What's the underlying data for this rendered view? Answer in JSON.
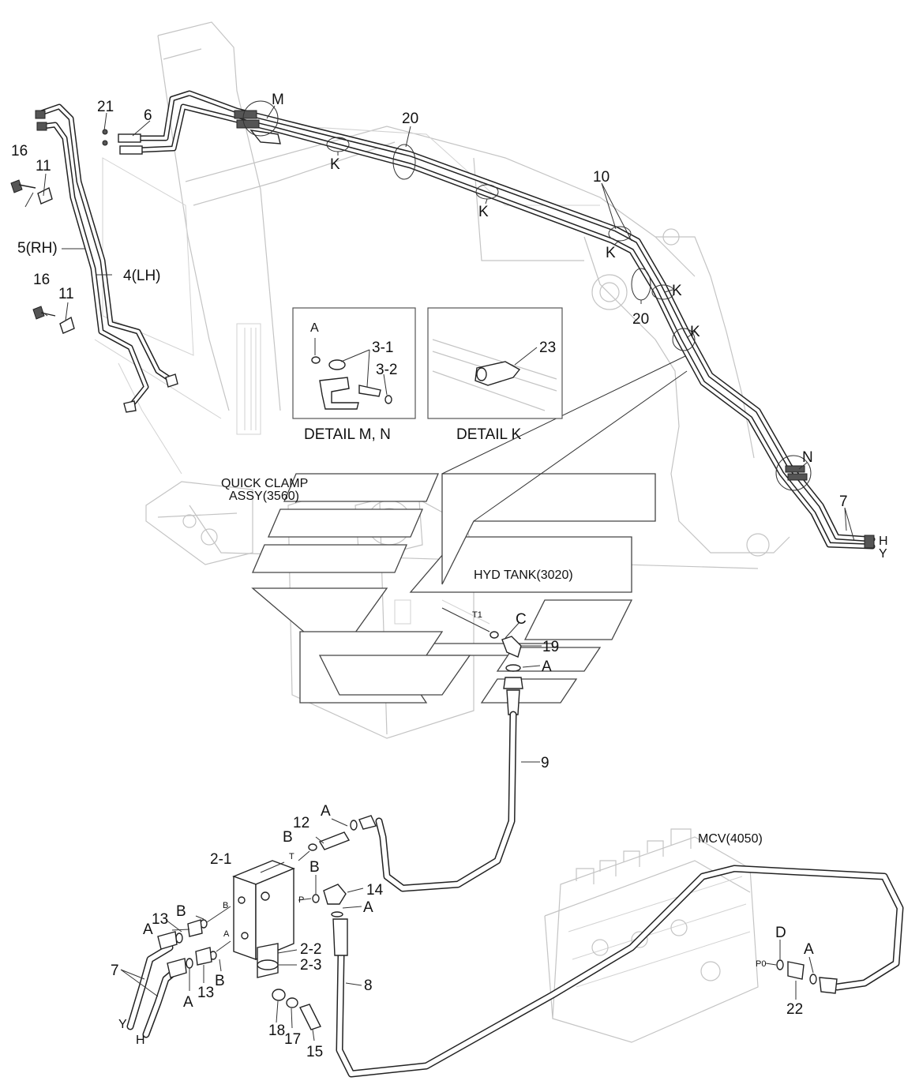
{
  "labels": {
    "p21": "21",
    "p6": "6",
    "pM": "M",
    "p20a": "20",
    "pK1": "K",
    "pK2": "K",
    "p16a": "16",
    "p11a": "11",
    "p5rh": "5(RH)",
    "p4lh": "4(LH)",
    "p16b": "16",
    "p11b": "11",
    "p10": "10",
    "pK3": "K",
    "pK4": "K",
    "p20b": "20",
    "pK5": "K",
    "pN": "N",
    "p7top": "7",
    "pHtop": "H",
    "pYtop": "Y",
    "pT1": "T1",
    "pC": "C",
    "p19": "19",
    "pA1": "A",
    "p9": "9",
    "pA2": "A",
    "p12": "12",
    "pB1": "B",
    "pT": "T",
    "p21b": "2-1",
    "pB2": "B",
    "p14": "14",
    "pP": "P",
    "pA3": "A",
    "pBport": "B",
    "pAport": "A",
    "p13a": "13",
    "pA4": "A",
    "pB3": "B",
    "p7bot": "7",
    "pA5": "A",
    "p13b": "13",
    "pB4": "B",
    "p22b": "2-2",
    "p23b": "2-3",
    "p8": "8",
    "pYbot": "Y",
    "pHbot": "H",
    "p18": "18",
    "p17": "17",
    "p15": "15",
    "pD": "D",
    "pA6": "A",
    "pP0": "P0",
    "p22": "22"
  },
  "detail_mn": {
    "A": "A",
    "p31": "3-1",
    "p32": "3-2",
    "caption": "DETAIL M, N"
  },
  "detail_k": {
    "p23": "23",
    "caption": "DETAIL K"
  },
  "assemblies": {
    "quick_clamp_line1": "QUICK CLAMP",
    "quick_clamp_line2": "ASSY(3560)",
    "hyd_tank": "HYD TANK(3020)",
    "mcv": "MCV(4050)"
  }
}
